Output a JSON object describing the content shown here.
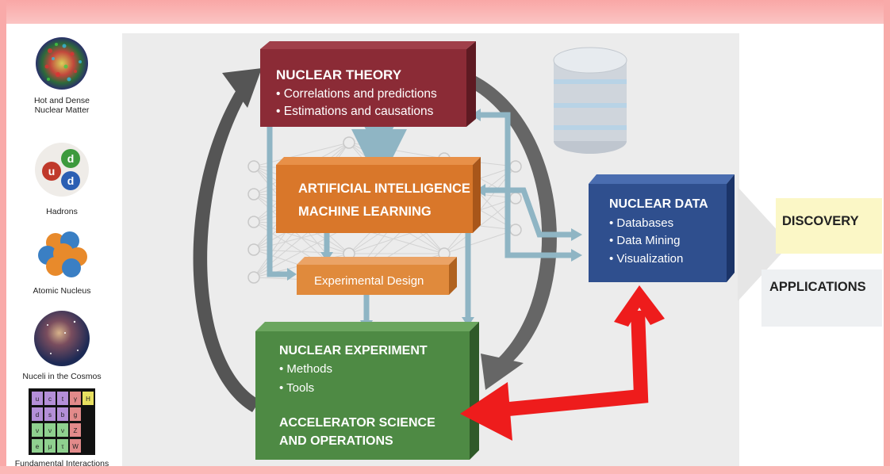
{
  "sidebar": [
    {
      "label_line1": "Hot and Dense",
      "label_line2": "Nuclear Matter",
      "icon": "qgp-icon"
    },
    {
      "label_line1": "Hadrons",
      "label_line2": "",
      "icon": "hadron-icon"
    },
    {
      "label_line1": "Atomic Nucleus",
      "label_line2": "",
      "icon": "nucleus-icon"
    },
    {
      "label_line1": "Nuceli in the Cosmos",
      "label_line2": "",
      "icon": "cosmos-icon"
    },
    {
      "label_line1": "Fundamental Interactions",
      "label_line2": "",
      "icon": "particle-table-icon"
    }
  ],
  "quarks": {
    "u": "u",
    "d1": "d",
    "d2": "d"
  },
  "particle_table": [
    "u",
    "c",
    "t",
    "γ",
    "H",
    "d",
    "s",
    "b",
    "g",
    "",
    "ν",
    "ν",
    "ν",
    "Z",
    "",
    "e",
    "μ",
    "τ",
    "W",
    ""
  ],
  "theory": {
    "title": "NUCLEAR THEORY",
    "bullets": [
      "• Correlations and predictions",
      "• Estimations and causations"
    ]
  },
  "ai": {
    "line1": "ARTIFICIAL INTELLIGENCE",
    "line2": "MACHINE LEARNING"
  },
  "design": {
    "label": "Experimental Design"
  },
  "experiment": {
    "title": "NUCLEAR EXPERIMENT",
    "bullets": [
      "• Methods",
      "• Tools"
    ],
    "sub1": "ACCELERATOR SCIENCE",
    "sub2": "AND OPERATIONS"
  },
  "data": {
    "title": "NUCLEAR DATA",
    "bullets": [
      "• Databases",
      "• Data Mining",
      "• Visualization"
    ]
  },
  "outcomes": {
    "discovery": "DISCOVERY",
    "applications": "APPLICATIONS"
  },
  "colors": {
    "theory": "#8b2b36",
    "ai": "#d9772a",
    "experiment": "#4e8a44",
    "data": "#2f4f8e",
    "red_arrow": "#ee1c1c",
    "connector": "#8fb5c4",
    "frame": "#f9aaa9"
  }
}
